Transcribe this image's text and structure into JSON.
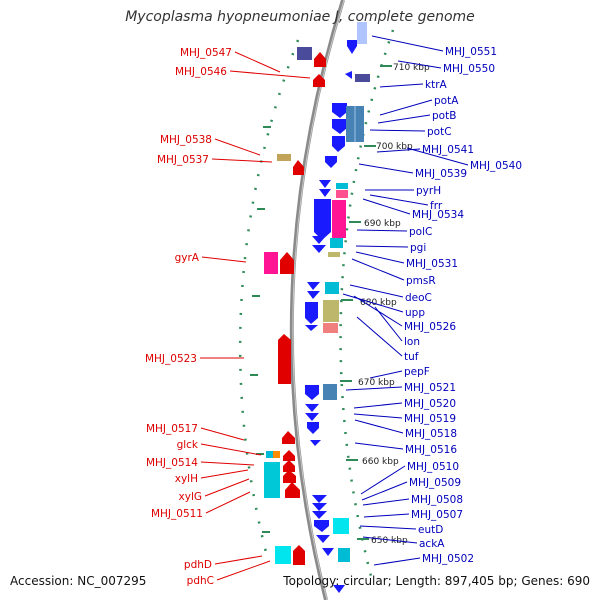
{
  "title": "Mycoplasma hyopneumoniae J, complete genome",
  "accession": "Accession: NC_007295",
  "topology": "Topology: circular; Length: 897,405 bp; Genes: 690",
  "colors": {
    "left_label": "#dd0000",
    "right_label": "#0000bb",
    "backbone": "#999999",
    "tick": "#228b22"
  },
  "left_labels": [
    {
      "id": "MHJ_0547",
      "text": "MHJ_0547"
    },
    {
      "id": "MHJ_0546",
      "text": "MHJ_0546"
    },
    {
      "id": "MHJ_0538",
      "text": "MHJ_0538"
    },
    {
      "id": "MHJ_0537",
      "text": "MHJ_0537"
    },
    {
      "id": "gyrA",
      "text": "gyrA"
    },
    {
      "id": "MHJ_0523",
      "text": "MHJ_0523"
    },
    {
      "id": "MHJ_0517",
      "text": "MHJ_0517"
    },
    {
      "id": "glck",
      "text": "glck"
    },
    {
      "id": "MHJ_0514",
      "text": "MHJ_0514"
    },
    {
      "id": "xylH",
      "text": "xylH"
    },
    {
      "id": "xylG",
      "text": "xylG"
    },
    {
      "id": "MHJ_0511",
      "text": "MHJ_0511"
    },
    {
      "id": "pdhD",
      "text": "pdhD"
    },
    {
      "id": "pdhC",
      "text": "pdhC"
    }
  ],
  "right_labels": [
    {
      "id": "MHJ_0551",
      "text": "MHJ_0551"
    },
    {
      "id": "MHJ_0550",
      "text": "MHJ_0550"
    },
    {
      "id": "ktrA",
      "text": "ktrA"
    },
    {
      "id": "potA",
      "text": "potA"
    },
    {
      "id": "potB",
      "text": "potB"
    },
    {
      "id": "potC",
      "text": "potC"
    },
    {
      "id": "MHJ_0541",
      "text": "MHJ_0541"
    },
    {
      "id": "MHJ_0540",
      "text": "MHJ_0540"
    },
    {
      "id": "MHJ_0539",
      "text": "MHJ_0539"
    },
    {
      "id": "pyrH",
      "text": "pyrH"
    },
    {
      "id": "frr",
      "text": "frr"
    },
    {
      "id": "MHJ_0534",
      "text": "MHJ_0534"
    },
    {
      "id": "polC",
      "text": "polC"
    },
    {
      "id": "pgi",
      "text": "pgi"
    },
    {
      "id": "MHJ_0531",
      "text": "MHJ_0531"
    },
    {
      "id": "pmsR",
      "text": "pmsR"
    },
    {
      "id": "deoC",
      "text": "deoC"
    },
    {
      "id": "upp",
      "text": "upp"
    },
    {
      "id": "MHJ_0526",
      "text": "MHJ_0526"
    },
    {
      "id": "lon",
      "text": "lon"
    },
    {
      "id": "tuf",
      "text": "tuf"
    },
    {
      "id": "pepF",
      "text": "pepF"
    },
    {
      "id": "MHJ_0521",
      "text": "MHJ_0521"
    },
    {
      "id": "MHJ_0520",
      "text": "MHJ_0520"
    },
    {
      "id": "MHJ_0519",
      "text": "MHJ_0519"
    },
    {
      "id": "MHJ_0518",
      "text": "MHJ_0518"
    },
    {
      "id": "MHJ_0516",
      "text": "MHJ_0516"
    },
    {
      "id": "MHJ_0510",
      "text": "MHJ_0510"
    },
    {
      "id": "MHJ_0509",
      "text": "MHJ_0509"
    },
    {
      "id": "MHJ_0508",
      "text": "MHJ_0508"
    },
    {
      "id": "MHJ_0507",
      "text": "MHJ_0507"
    },
    {
      "id": "eutD",
      "text": "eutD"
    },
    {
      "id": "ackA",
      "text": "ackA"
    },
    {
      "id": "MHJ_0502",
      "text": "MHJ_0502"
    }
  ],
  "kbp_labels": [
    {
      "id": "710",
      "text": "710 kbp"
    },
    {
      "id": "700",
      "text": "700 kbp"
    },
    {
      "id": "690",
      "text": "690 kbp"
    },
    {
      "id": "680",
      "text": "680 kbp"
    },
    {
      "id": "670",
      "text": "670 kbp"
    },
    {
      "id": "660",
      "text": "660 kbp"
    },
    {
      "id": "650",
      "text": "650 kbp"
    }
  ]
}
